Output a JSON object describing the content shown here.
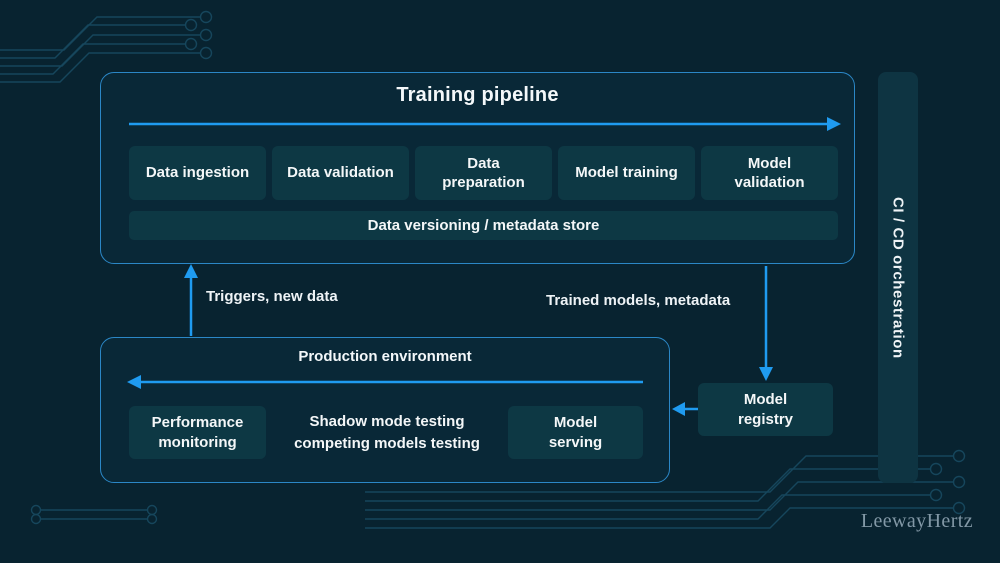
{
  "palette": {
    "background": "#082330",
    "panel_border": "#2b87c6",
    "chip_fill": "#0d3844",
    "arrow_blue": "#1f9bf0",
    "text": "#f2f6f8",
    "circuit": "#16465c",
    "brand_text": "#8298a6"
  },
  "training_pipeline": {
    "title": "Training pipeline",
    "stages": [
      "Data ingestion",
      "Data validation",
      "Data\npreparation",
      "Model training",
      "Model\nvalidation"
    ],
    "store_label": "Data versioning / metadata store"
  },
  "flows": {
    "triggers_label": "Triggers, new data",
    "trained_label": "Trained models, metadata"
  },
  "production": {
    "title": "Production environment",
    "performance_label": "Performance\nmonitoring",
    "shadow_label": "Shadow mode testing\ncompeting models testing",
    "serving_label": "Model\nserving"
  },
  "registry": {
    "label": "Model\nregistry"
  },
  "cicd": {
    "label": "CI / CD orchestration"
  },
  "brand": {
    "label": "LeewayHertz"
  }
}
